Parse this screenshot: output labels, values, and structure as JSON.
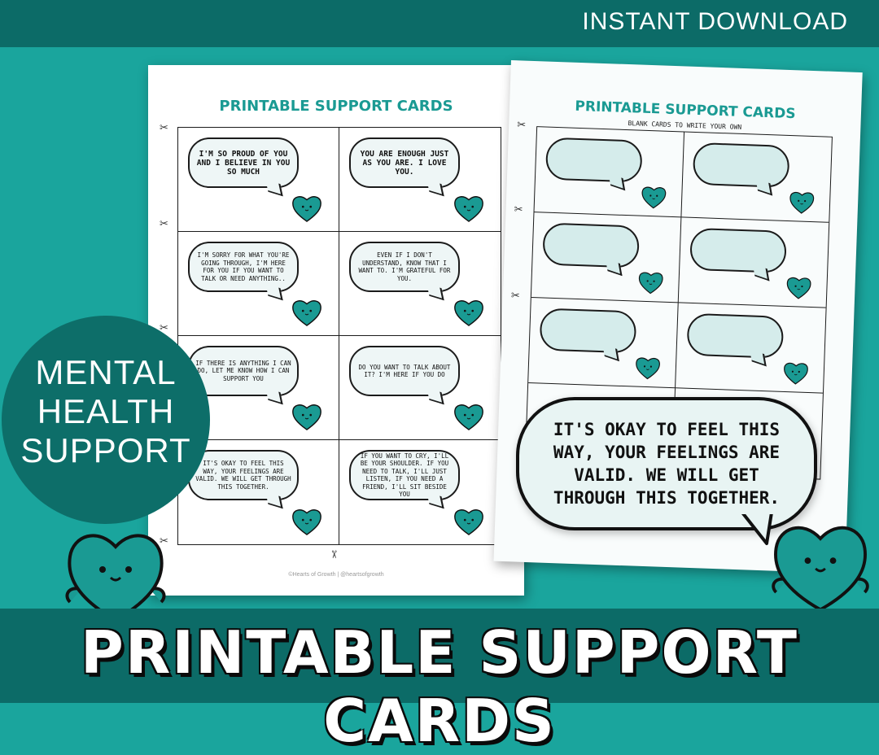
{
  "header": {
    "badge": "INSTANT DOWNLOAD"
  },
  "left_sheet": {
    "title": "PRINTABLE SUPPORT CARDS",
    "cards": [
      {
        "text": "I'M SO PROUD OF YOU AND I BELIEVE IN YOU SO MUCH",
        "small": false
      },
      {
        "text": "YOU ARE ENOUGH JUST AS YOU ARE. I LOVE YOU.",
        "small": false
      },
      {
        "text": "I'M SORRY FOR WHAT YOU'RE GOING THROUGH, I'M HERE FOR YOU IF YOU WANT TO TALK OR NEED ANYTHING..",
        "small": true
      },
      {
        "text": "EVEN IF I DON'T UNDERSTAND, KNOW THAT I WANT TO. I'M GRATEFUL FOR YOU.",
        "small": true
      },
      {
        "text": "IF THERE IS ANYTHING I CAN DO, LET ME KNOW HOW I CAN SUPPORT YOU",
        "small": true
      },
      {
        "text": "DO YOU WANT TO TALK ABOUT IT? I'M HERE IF YOU DO",
        "small": true
      },
      {
        "text": "IT'S OKAY TO FEEL THIS WAY, YOUR FEELINGS ARE VALID. WE WILL GET THROUGH THIS TOGETHER.",
        "small": true
      },
      {
        "text": "IF YOU WANT TO CRY, I'LL BE YOUR SHOULDER. IF YOU NEED TO TALK, I'LL JUST LISTEN, IF YOU NEED A FRIEND, I'LL SIT BESIDE YOU",
        "small": true
      }
    ],
    "footer": "©Hearts of Growth | @heartsofgrowth"
  },
  "right_sheet": {
    "title": "PRINTABLE SUPPORT CARDS",
    "subtitle": "BLANK CARDS TO WRITE YOUR OWN",
    "blank_card_count": 8
  },
  "badge_circle": {
    "line1": "MENTAL",
    "line2": "HEALTH",
    "line3": "SUPPORT"
  },
  "featured_bubble": {
    "text": "IT'S OKAY TO FEEL THIS WAY, YOUR FEELINGS ARE VALID. WE WILL GET THROUGH THIS TOGETHER."
  },
  "banner": {
    "title": "PRINTABLE SUPPORT CARDS"
  },
  "colors": {
    "teal_bg": "#1aa59d",
    "dark_teal": "#0c6b67",
    "heart": "#1a9a93",
    "white": "#ffffff"
  },
  "icons": {
    "mascot": "heart-mascot-icon",
    "cut": "scissors-icon"
  }
}
